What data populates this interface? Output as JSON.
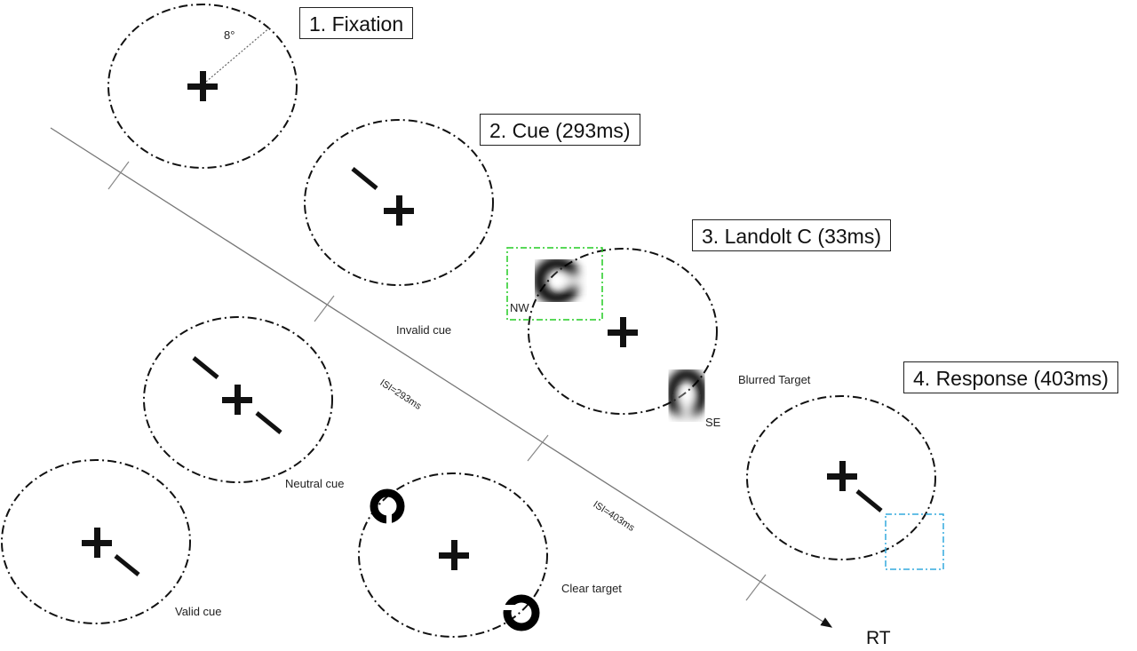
{
  "title": "Cued Landolt C trial sequence",
  "stages": [
    {
      "id": "fixation",
      "label": "1. Fixation"
    },
    {
      "id": "cue",
      "label": "2. Cue (293ms)"
    },
    {
      "id": "landolt",
      "label": "3. Landolt C (33ms)"
    },
    {
      "id": "response",
      "label": "4. Response (403ms)"
    }
  ],
  "annotations": {
    "radius": "8°",
    "invalid_cue": "Invalid cue",
    "neutral_cue": "Neutral cue",
    "valid_cue": "Valid cue",
    "clear_target": "Clear target",
    "blurred_target": "Blurred Target",
    "nw": "NW",
    "se": "SE",
    "isi_1": "ISI=293ms",
    "isi_2": "ISI=403ms",
    "axis_label": "RT"
  },
  "colors": {
    "target_box": "#22cc22",
    "response_box": "#33aadd",
    "ink": "#111111",
    "timeline": "#777777"
  }
}
